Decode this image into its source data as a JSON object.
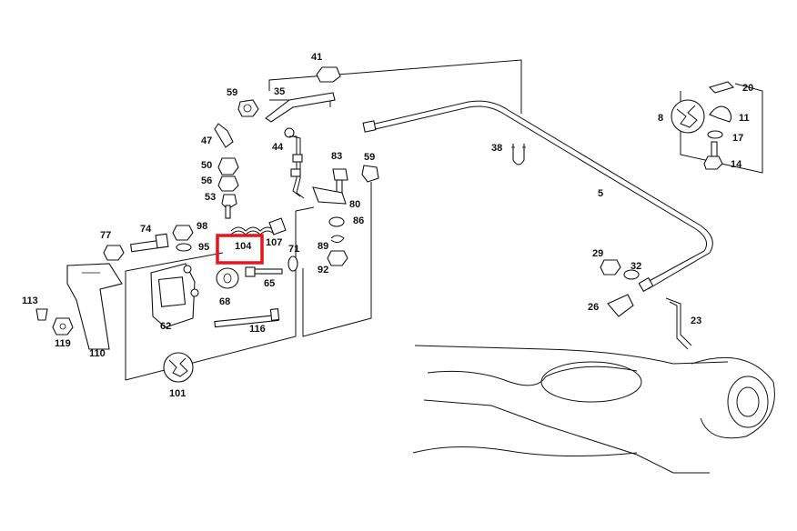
{
  "callouts": [
    {
      "id": "p41",
      "label": "41"
    },
    {
      "id": "p59a",
      "label": "59"
    },
    {
      "id": "p35",
      "label": "35"
    },
    {
      "id": "p47",
      "label": "47"
    },
    {
      "id": "p44",
      "label": "44"
    },
    {
      "id": "p83",
      "label": "83"
    },
    {
      "id": "p59b",
      "label": "59"
    },
    {
      "id": "p50",
      "label": "50"
    },
    {
      "id": "p56",
      "label": "56"
    },
    {
      "id": "p53",
      "label": "53"
    },
    {
      "id": "p80",
      "label": "80"
    },
    {
      "id": "p86",
      "label": "86"
    },
    {
      "id": "p77",
      "label": "77"
    },
    {
      "id": "p74",
      "label": "74"
    },
    {
      "id": "p98",
      "label": "98"
    },
    {
      "id": "p95",
      "label": "95"
    },
    {
      "id": "p104",
      "label": "104"
    },
    {
      "id": "p107",
      "label": "107"
    },
    {
      "id": "p71",
      "label": "71"
    },
    {
      "id": "p89",
      "label": "89"
    },
    {
      "id": "p92",
      "label": "92"
    },
    {
      "id": "p113",
      "label": "113"
    },
    {
      "id": "p119",
      "label": "119"
    },
    {
      "id": "p110",
      "label": "110"
    },
    {
      "id": "p62",
      "label": "62"
    },
    {
      "id": "p68",
      "label": "68"
    },
    {
      "id": "p65",
      "label": "65"
    },
    {
      "id": "p116",
      "label": "116"
    },
    {
      "id": "p101",
      "label": "101"
    },
    {
      "id": "p38",
      "label": "38"
    },
    {
      "id": "p5",
      "label": "5"
    },
    {
      "id": "p20",
      "label": "20"
    },
    {
      "id": "p8",
      "label": "8"
    },
    {
      "id": "p11",
      "label": "11"
    },
    {
      "id": "p17",
      "label": "17"
    },
    {
      "id": "p14",
      "label": "14"
    },
    {
      "id": "p29",
      "label": "29"
    },
    {
      "id": "p32",
      "label": "32"
    },
    {
      "id": "p26",
      "label": "26"
    },
    {
      "id": "p23",
      "label": "23"
    }
  ],
  "highlight": {
    "label": "104",
    "color": "#e8141c"
  }
}
